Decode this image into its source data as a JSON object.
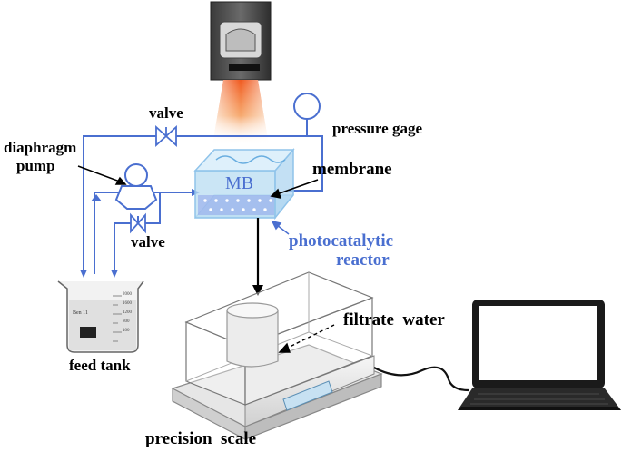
{
  "labels": {
    "valve_top": "valve",
    "pressure_gage": "pressure gage",
    "diaphragm_pump_line1": "diaphragm",
    "diaphragm_pump_line2": "pump",
    "membrane": "membrane",
    "mb": "MB",
    "valve_bottom": "valve",
    "reactor_line1": "photocatalytic",
    "reactor_line2": "reactor",
    "filtrate_water": "filtrate  water",
    "feed_tank": "feed tank",
    "precision_scale": "precision  scale",
    "beaker_brand": "Ben 11",
    "beaker_marks": [
      "2000",
      "1600",
      "1200",
      "800",
      "400"
    ]
  },
  "colors": {
    "pipe": "#4a6fd0",
    "label_blue": "#4a6fd0",
    "lamp_glow": "#f07a30",
    "reactor": "#b8dcf2"
  }
}
